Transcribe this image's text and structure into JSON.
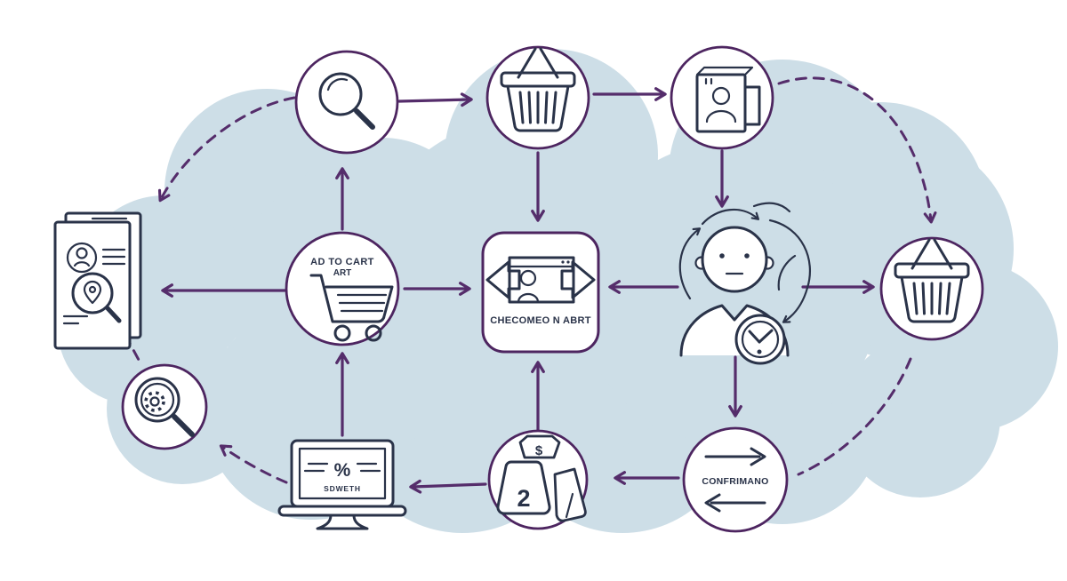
{
  "diagram": {
    "description": "E-commerce shopping flow diagram on cloud background",
    "colors": {
      "background": "#ffffff",
      "cloud": "#cddee7",
      "accent_purple": "#552d6b",
      "icon_navy": "#2a3349"
    },
    "nodes": {
      "search": {
        "icon": "magnifier-icon"
      },
      "basket_top": {
        "icon": "shopping-basket-icon"
      },
      "account": {
        "icon": "contact-card-icon"
      },
      "profile_card": {
        "icon": "profile-document-icon"
      },
      "add_to_cart": {
        "icon": "shopping-cart-icon",
        "label_line1": "AD TO CART",
        "label_line2": "ART"
      },
      "checkout": {
        "icon": "browser-visitor-arrows-icon",
        "label": "CHECOMEO N ABRT"
      },
      "customer": {
        "icon": "customer-sync-clock-icon"
      },
      "basket_right": {
        "icon": "shopping-basket-icon"
      },
      "gear_search": {
        "icon": "gear-magnifier-icon"
      },
      "discount_screen": {
        "icon": "percent-laptop-icon",
        "percent": "%",
        "label": "SDWETH"
      },
      "bags": {
        "icon": "shopping-bags-icon",
        "dollar": "$",
        "count": "2"
      },
      "confirm": {
        "icon": "exchange-arrows-icon",
        "label": "CONFRIMANO"
      }
    }
  }
}
